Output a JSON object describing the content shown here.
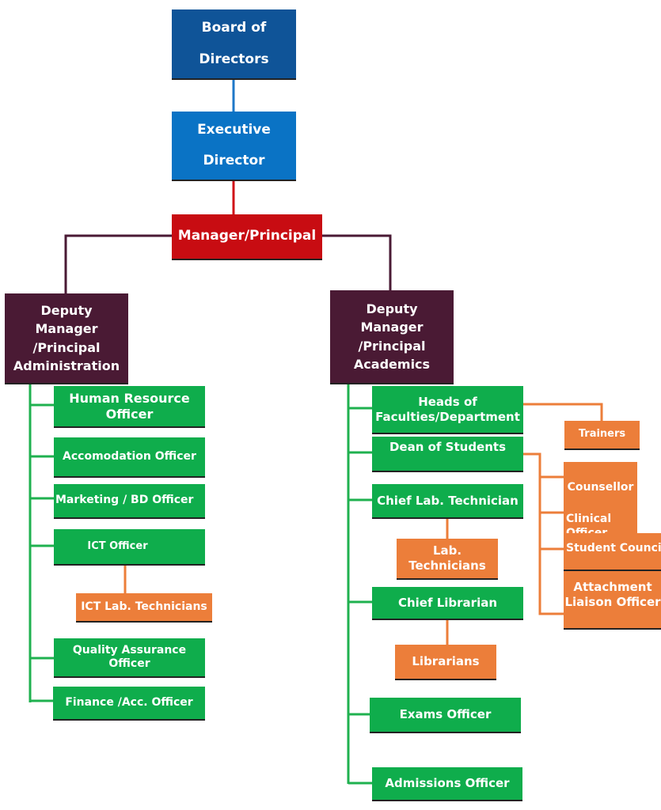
{
  "board": {
    "line1": "Board of",
    "line2": "Directors"
  },
  "executive": {
    "line1": "Executive",
    "line2": "Director"
  },
  "manager": "Manager/Principal",
  "admin": {
    "head": {
      "line1": "Deputy",
      "line2": "Manager",
      "line3": "/Principal",
      "line4": "Administration"
    },
    "hr": {
      "line1": "Human Resource",
      "line2": "Officer"
    },
    "accommodation": "Accomodation Officer",
    "marketing": "Marketing / BD Officer",
    "ict": "ICT Officer",
    "ict_lab": "ICT Lab. Technicians",
    "qa": {
      "line1": "Quality Assurance",
      "line2": "Officer"
    },
    "finance": "Finance /Acc. Officer"
  },
  "academics": {
    "head": {
      "line1": "Deputy",
      "line2": "Manager",
      "line3": "/Principal",
      "line4": "Academics"
    },
    "heads_faculties": {
      "line1": "Heads of",
      "line2": "Faculties/Department"
    },
    "trainers": "Trainers",
    "dean": "Dean of Students",
    "counsellor": "Counsellor",
    "clinical": {
      "line1": "Clinical",
      "line2": "Officer"
    },
    "student_council": "Student Council",
    "attachment": {
      "line1": "Attachment",
      "line2": "Liaison Officer"
    },
    "chief_lab": "Chief Lab. Technician",
    "lab_tech": {
      "line1": "Lab.",
      "line2": "Technicians"
    },
    "chief_lib": "Chief Librarian",
    "librarians": "Librarians",
    "exams": "Exams Officer",
    "admissions": "Admissions Officer"
  },
  "colors": {
    "board": "#0f5498",
    "executive": "#0a73c5",
    "manager": "#c80c12",
    "deputy": "#4a1a34",
    "green": "#0fad4c",
    "orange": "#ec7e3a"
  }
}
